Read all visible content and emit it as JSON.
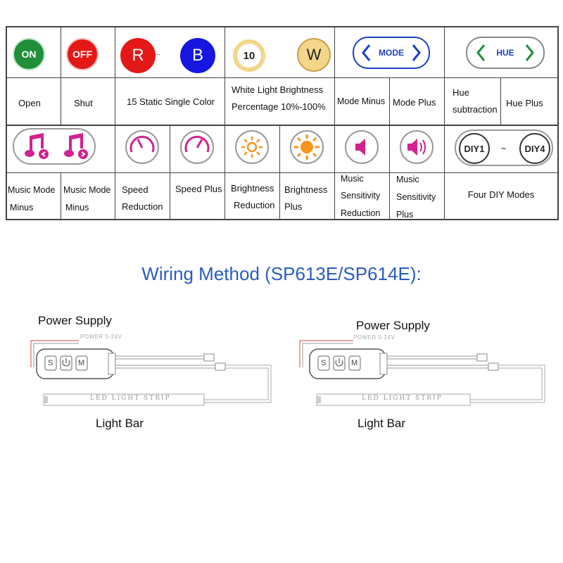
{
  "legend": {
    "row1_icons": {
      "on": "ON",
      "off": "OFF",
      "r": "R",
      "b": "B",
      "ten": "10",
      "w": "W",
      "mode": "MODE",
      "hue": "HUE"
    },
    "row1_labels": {
      "open": "Open",
      "shut": "Shut",
      "static": "15 Static Single Color",
      "white_1": "White Light Brightness",
      "white_2": "Percentage 10%-100%",
      "mode_minus": "Mode Minus",
      "mode_plus": "Mode Plus",
      "hue_sub_1": "Hue",
      "hue_sub_2": "subtraction",
      "hue_plus": "Hue Plus"
    },
    "row2_icons": {
      "diy1": "DIY1",
      "tilde": "~",
      "diy4": "DIY4"
    },
    "row2_labels": {
      "music_minus_a_1": "Music Mode",
      "music_minus_a_2": "Minus",
      "music_minus_b_1": "Music Mode",
      "music_minus_b_2": "Minus",
      "speed_red_1": "Speed",
      "speed_red_2": "Reduction",
      "speed_plus": "Speed Plus",
      "bright_red_1": "Brightness",
      "bright_red_2": "Reduction",
      "bright_plus_1": "Brightness",
      "bright_plus_2": "Plus",
      "sens_red_1": "Music",
      "sens_red_2": "Sensitivity",
      "sens_red_3": "Reduction",
      "sens_plus_1": "Music",
      "sens_plus_2": "Sensitivity",
      "sens_plus_3": "Plus",
      "diy_modes": "Four DIY Modes"
    }
  },
  "title": "Wiring Method (SP613E/SP614E):",
  "diagrams": [
    {
      "power_supply_label": "Power Supply",
      "power_spec": "POWER 5-24V",
      "strip_text": "LED LIGHT STRIP",
      "light_bar_label": "Light Bar",
      "btn_s": "S",
      "btn_m": "M"
    },
    {
      "power_supply_label": "Power Supply",
      "power_spec": "POWER 5-24V",
      "strip_text": "LED LIGHT STRIP",
      "light_bar_label": "Light Bar",
      "btn_s": "S",
      "btn_m": "M"
    }
  ],
  "colors": {
    "on_green": "#1f8f3a",
    "off_red": "#e51818",
    "r_red": "#e51818",
    "b_blue": "#1616e0",
    "gold": "#f3d68a",
    "arrow_blue": "#1d3fc4",
    "arrow_green": "#1f8f3a",
    "magenta": "#d1228f",
    "orange": "#f7941d",
    "title_blue": "#2a5cc0"
  }
}
